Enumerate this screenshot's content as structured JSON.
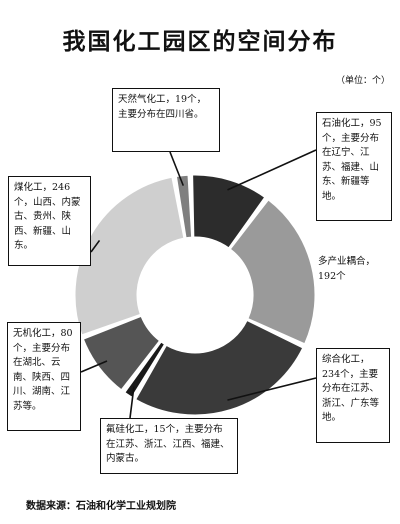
{
  "page": {
    "title": "我国化工园区的空间分布",
    "unit": "（单位：个）",
    "source": "数据来源：石油和化学工业规划院"
  },
  "annotations": {
    "natural_gas": "天然气化工，19个，主要分布在四川省。",
    "petroleum": "石油化工，95个，主要分布在辽宁、江苏、福建、山东、新疆等地。",
    "multi_industry": "多产业耦合，192个",
    "comprehensive": "综合化工，234个，主要分布在江苏、浙江、广东等地。",
    "fine_silicon": "氟硅化工，15个，主要分布在江苏、浙江、江西、福建、内蒙古。",
    "inorganic": "无机化工，80个，主要分布在湖北、云南、陕西、四川、湖南、江苏等。",
    "coal": "煤化工，246个，山西、内蒙古、贵州、陕西、新疆、山东。"
  },
  "chart_data": {
    "type": "pie",
    "donut": true,
    "categories": [
      "天然气化工",
      "石油化工",
      "多产业耦合",
      "综合化工",
      "氟硅化工",
      "无机化工",
      "煤化工"
    ],
    "values": [
      19,
      95,
      192,
      234,
      15,
      80,
      246
    ],
    "colors": [
      "#7f7f7f",
      "#2c2c2c",
      "#9a9a9a",
      "#3a3a3a",
      "#1a1a1a",
      "#555555",
      "#cfcfcf"
    ],
    "start_angle_deg": -10
  }
}
